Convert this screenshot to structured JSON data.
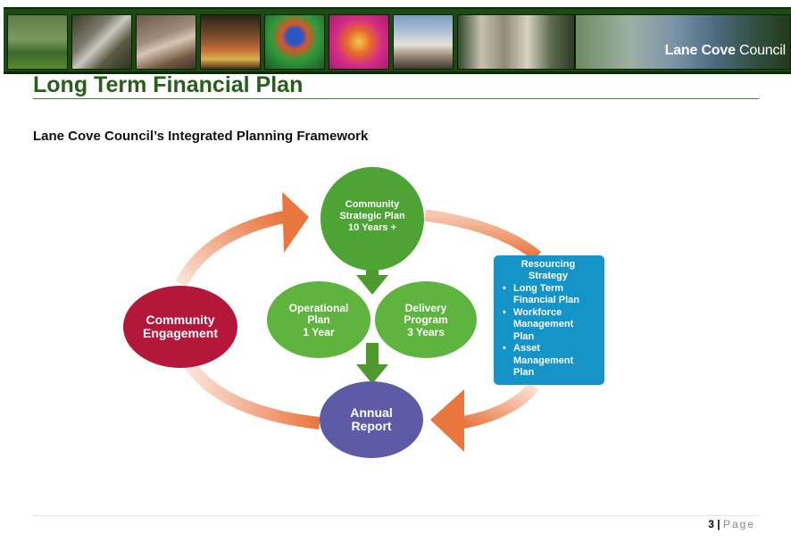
{
  "banner": {
    "brand_bold": "Lane Cove",
    "brand_rest": " Council",
    "photos": [
      "golf-course",
      "creek-waterfall",
      "street-festival",
      "night-market",
      "rainbow-lorikeet",
      "cultural-dancer",
      "heritage-building",
      "outdoor-cafe",
      "harbour-view"
    ]
  },
  "page": {
    "title": "Long Term Financial Plan",
    "subtitle": "Lane Cove Council’s Integrated Planning Framework"
  },
  "diagram": {
    "community_strategic_plan": [
      "Community",
      "Strategic Plan",
      "10 Years +"
    ],
    "operational_plan": [
      "Operational",
      "Plan",
      "1 Year"
    ],
    "delivery_program": [
      "Delivery",
      "Program",
      "3 Years"
    ],
    "community_engagement": [
      "Community",
      "Engagement"
    ],
    "annual_report": [
      "Annual",
      "Report"
    ],
    "resourcing_strategy": {
      "heading": [
        "Resourcing",
        "Strategy"
      ],
      "items": [
        [
          "Long Term",
          "Financial Plan"
        ],
        [
          "Workforce",
          "Management",
          "Plan"
        ],
        [
          "Asset",
          "Management",
          "Plan"
        ]
      ],
      "bullet": "•"
    },
    "colors": {
      "green": "#4da434",
      "green_arrow": "#4f9a2c",
      "crimson": "#b5173a",
      "purple": "#5d5aa6",
      "blue": "#1594c9",
      "orange": "#ea7a45"
    }
  },
  "footer": {
    "page_number": "3",
    "separator": " | ",
    "page_label": "Page"
  }
}
